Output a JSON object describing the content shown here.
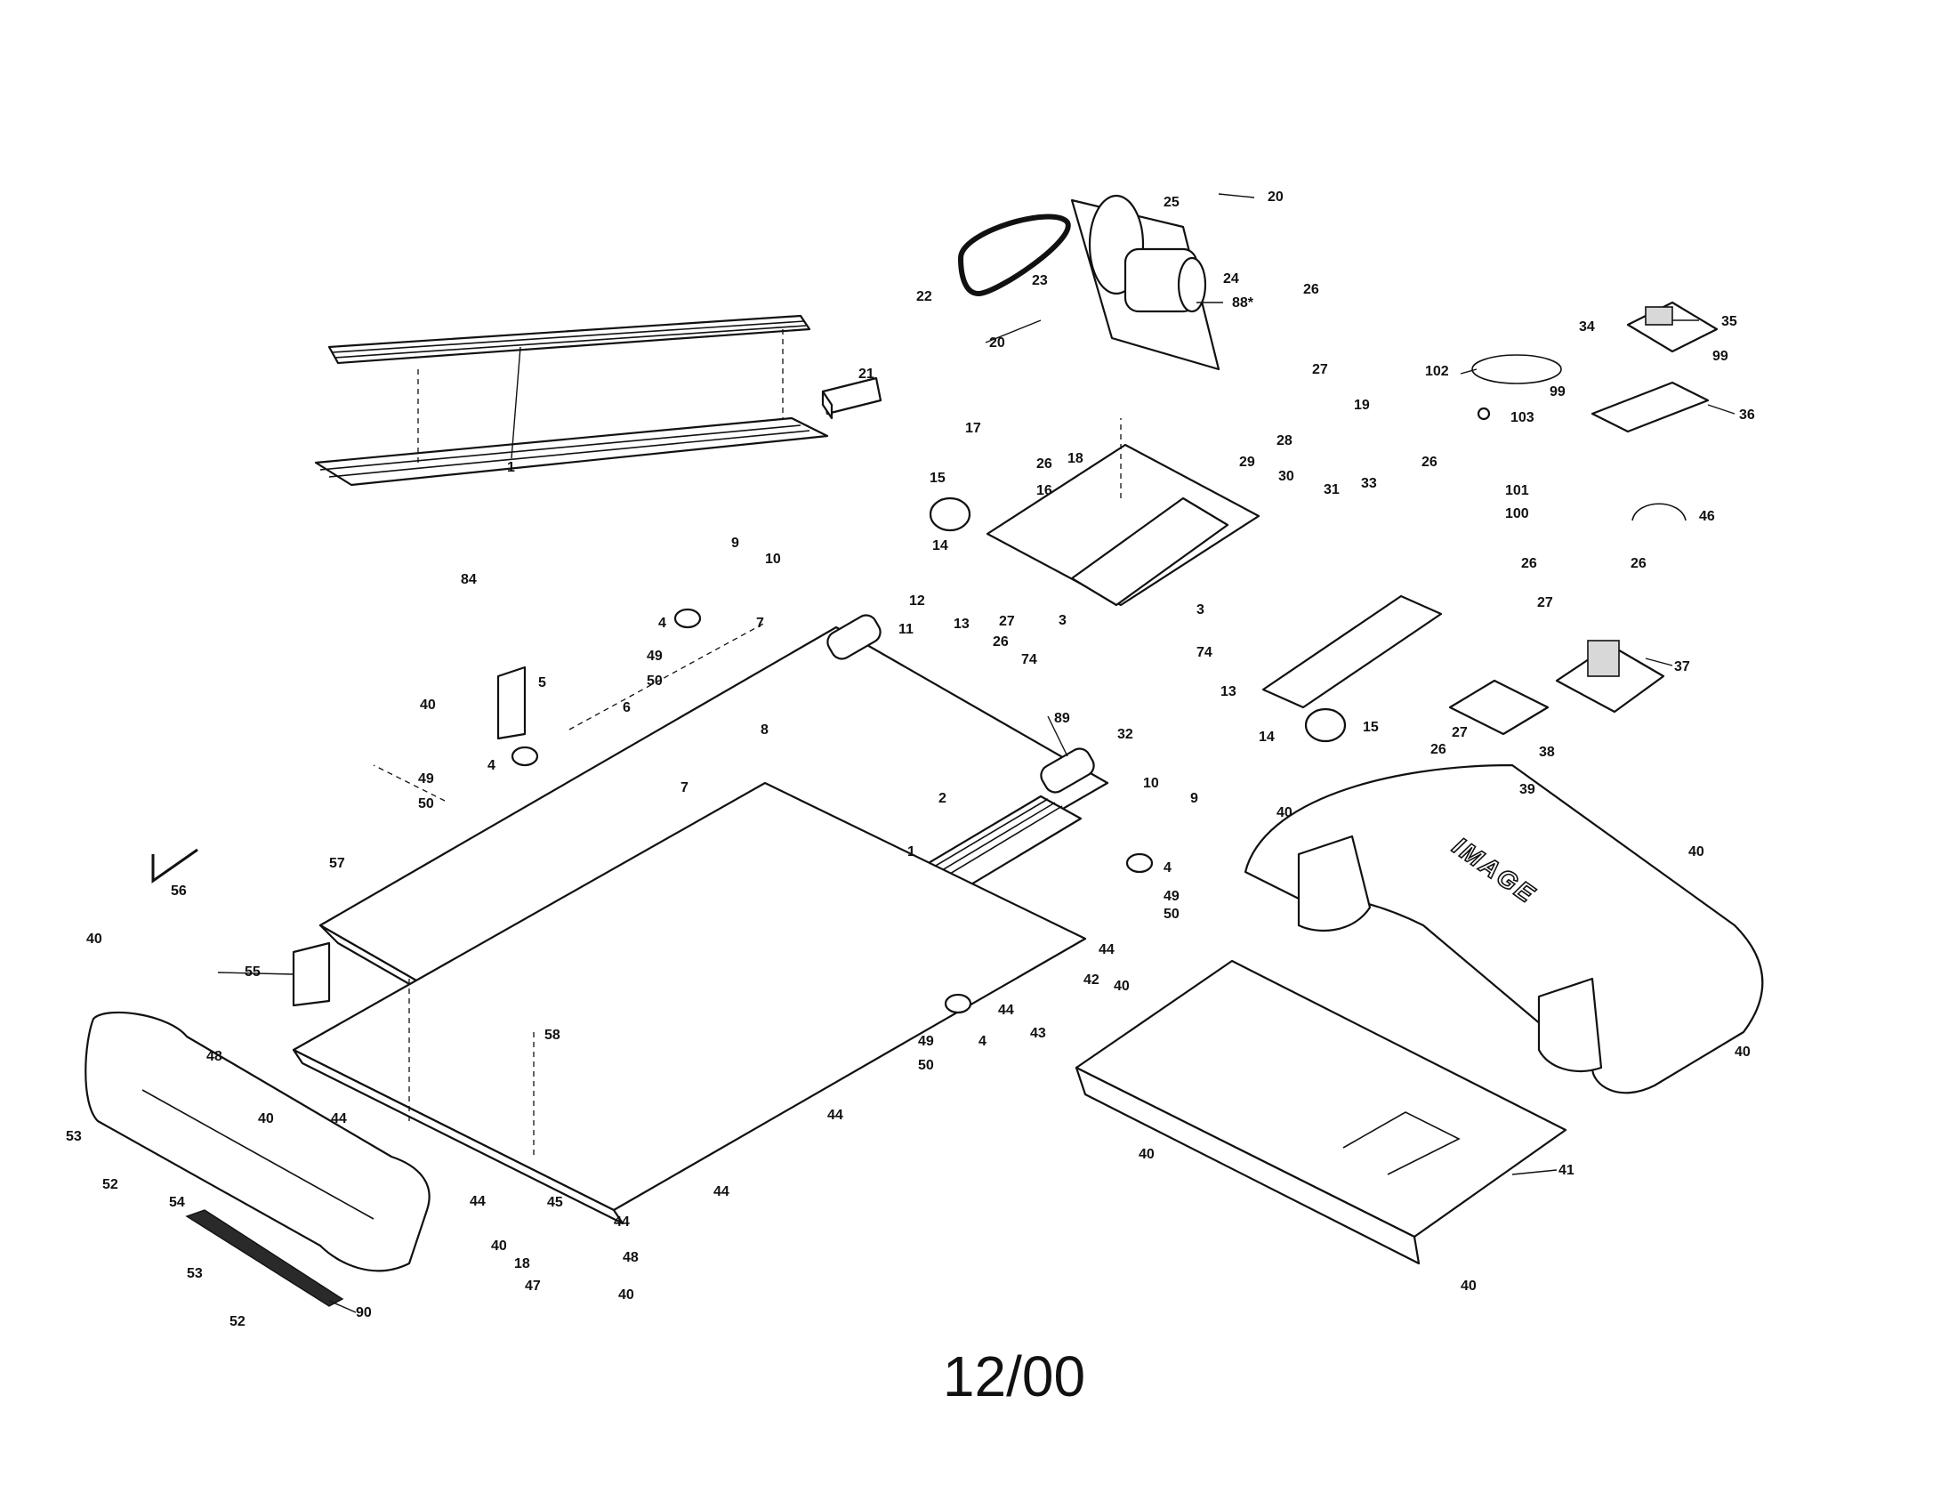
{
  "diagram": {
    "brand_label": "IMAGE",
    "footer_date": "12/00",
    "callouts": [
      "1",
      "2",
      "3",
      "4",
      "5",
      "6",
      "7",
      "8",
      "9",
      "10",
      "11",
      "12",
      "13",
      "14",
      "15",
      "16",
      "17",
      "18",
      "19",
      "20",
      "21",
      "22",
      "23",
      "24",
      "25",
      "26",
      "27",
      "28",
      "29",
      "30",
      "31",
      "32",
      "33",
      "34",
      "35",
      "36",
      "37",
      "38",
      "39",
      "40",
      "41",
      "42",
      "43",
      "44",
      "45",
      "46",
      "47",
      "48",
      "49",
      "50",
      "52",
      "53",
      "54",
      "55",
      "56",
      "57",
      "58",
      "74",
      "84",
      "88*",
      "89",
      "90",
      "99",
      "100",
      "101",
      "102",
      "103"
    ]
  }
}
